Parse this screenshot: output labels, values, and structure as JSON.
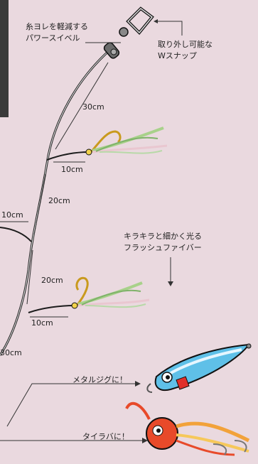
{
  "callouts": {
    "swivel": [
      "糸ヨレを軽減する",
      "パワースイベル"
    ],
    "snap": [
      "取り外し可能な",
      "Wスナップ"
    ],
    "fiber": [
      "キラキラと細かく光る",
      "フラッシュファイバー"
    ],
    "metal_jig": "メタルジグに！",
    "tai_rubber": "タイラバに！"
  },
  "dimensions": {
    "top_line": "30cm",
    "upper_branch": "10cm",
    "middle_segment_upper": "20cm",
    "middle_segment_lower": "20cm",
    "lower_branch": "10cm",
    "left_branch": "10cm",
    "bottom_left": "30cm"
  },
  "colors": {
    "background": "#ead9df",
    "line": "#1c1c1c",
    "hook": "#c99a1e",
    "fiber": "#a8d18a",
    "jig_body": "#5fc0e8",
    "tai_head": "#e84a2a"
  }
}
